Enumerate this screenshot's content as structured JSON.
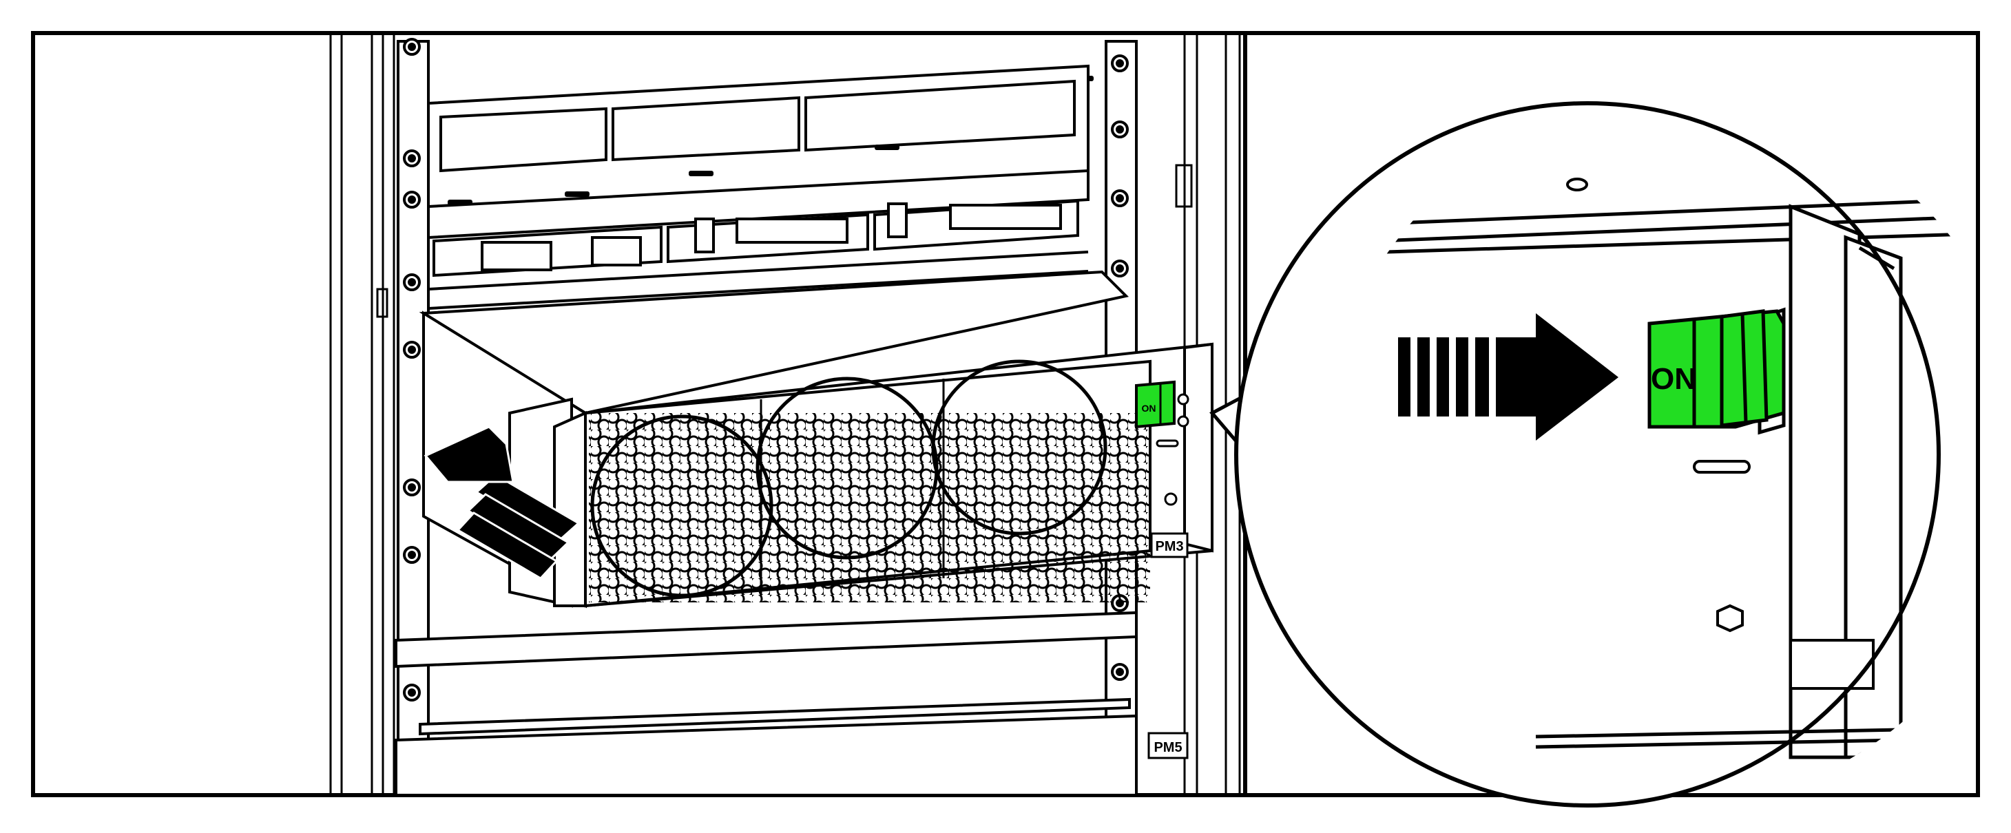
{
  "labels": {
    "module_switch": "ON",
    "zoom_switch": "ON",
    "slot_label_upper": "PM3",
    "slot_label_lower": "PM5"
  },
  "colors": {
    "switch_green": "#22dd22",
    "line": "#000000",
    "background": "#ffffff"
  },
  "icons": {
    "insert_arrow": "arrow-up-left-icon",
    "switch_arrow": "arrow-right-icon"
  }
}
